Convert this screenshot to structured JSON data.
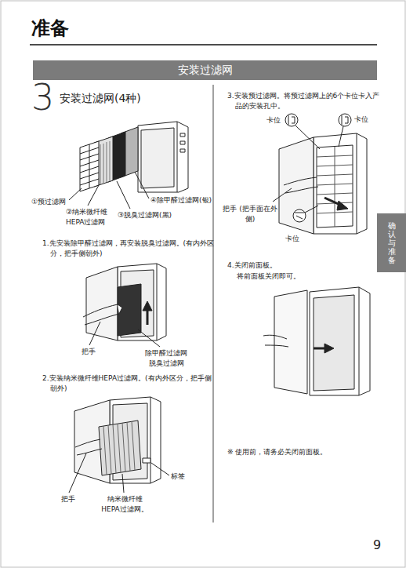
{
  "diagram": {
    "title": "准备",
    "nodes": [
      {
        "text": [
          "安装过滤网"
        ]
      },
      {
        "text": [
          "确认与准备"
        ]
      }
    ],
    "labels": [
      "3",
      "安装过滤网(4种)",
      "①预过滤网",
      "②纳米微纤维 HEPA过滤网",
      "③脱臭过滤网(黑)",
      "④除甲醛过滤网(银)",
      "1.先安装除甲醛过滤网，再安装脱臭过滤网。(有内外区分，把手侧朝外)",
      "把手",
      "除甲醛过滤网 脱臭过滤网",
      "2.安装纳米微纤维HEPA过滤网。(有内外区分，把手侧朝外)",
      "标签",
      "把手",
      "纳米微纤维 HEPA过滤网。",
      "3.安装预过滤网。将预过滤网上的6个卡位卡入产品的安装孔中。",
      "卡位",
      "卡位",
      "把手 (把手面在外侧)",
      "卡位",
      "4.关闭前面板。",
      "将前面板关闭即可。",
      "※ 使用前，请务必关闭前面板。",
      "9"
    ]
  }
}
